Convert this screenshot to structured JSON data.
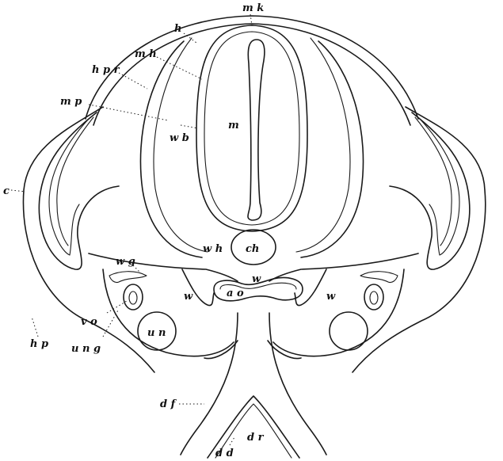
{
  "labels": {
    "mk": "m k",
    "h": "h",
    "mh": "m h",
    "hpr": "h p r",
    "mp": "m p",
    "wb": "w b",
    "m": "m",
    "c": "c",
    "wh": "w h",
    "ch": "ch",
    "wg": "w g",
    "w_center": "w",
    "w_left": "w",
    "w_right": "w",
    "ao": "a o",
    "vo": "v o",
    "hp": "h p",
    "ung": "u n g",
    "un": "u n",
    "df": "d f",
    "dr": "d r",
    "dd": "d d"
  }
}
